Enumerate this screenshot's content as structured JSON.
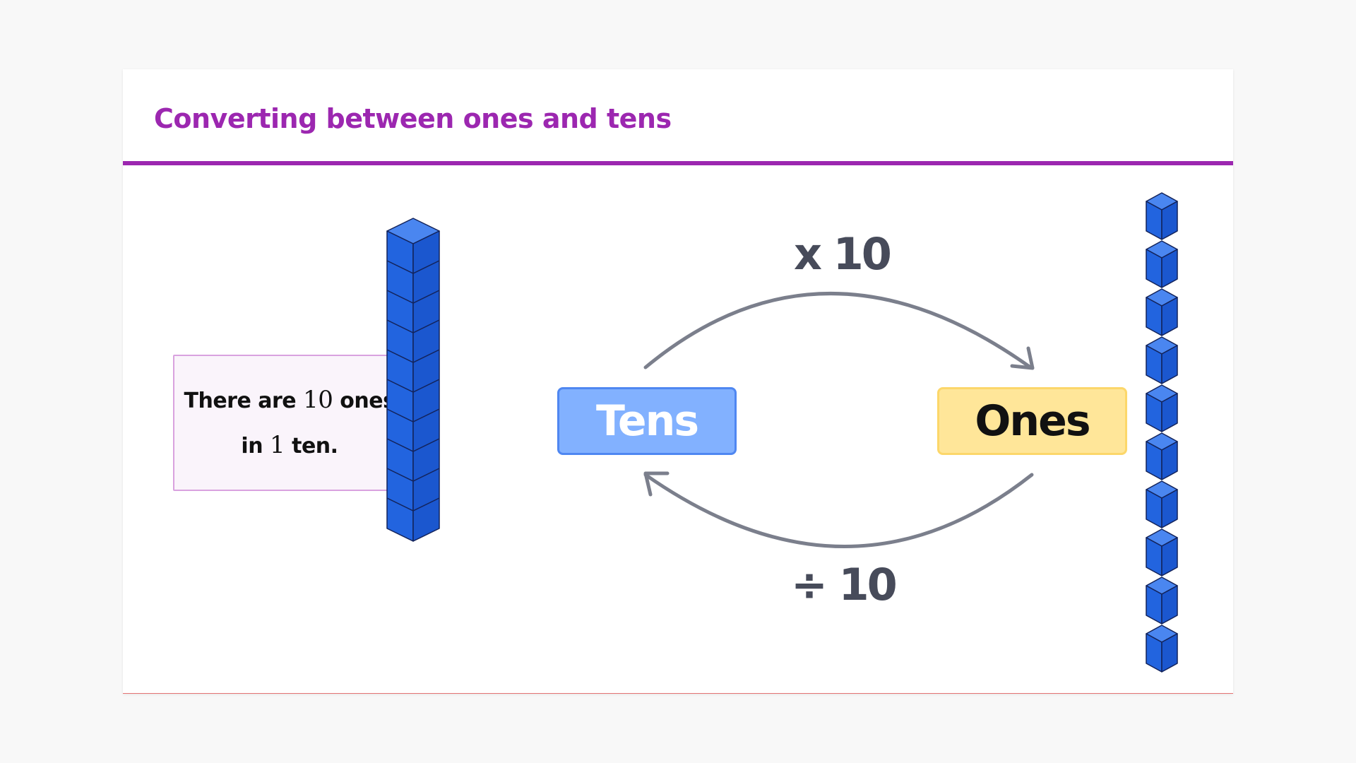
{
  "slide": {
    "title": "Converting between ones and tens"
  },
  "info": {
    "part1": "There are ",
    "num1": "10",
    "part2": " ones",
    "part3": "in ",
    "num2": "1",
    "part4": " ten."
  },
  "boxes": {
    "tens_label": "Tens",
    "ones_label": "Ones"
  },
  "operations": {
    "multiply_label": "x 10",
    "divide_label": "÷ 10"
  },
  "blocks": {
    "rod_unit_count": 10,
    "single_cube_count": 10
  },
  "colors": {
    "title": "#9c27b0",
    "cube_front": "#2468e3",
    "cube_top": "#4a86f0",
    "tens_box": "#82b1ff",
    "ones_box": "#ffe699",
    "arrow": "#7b7f8c"
  }
}
